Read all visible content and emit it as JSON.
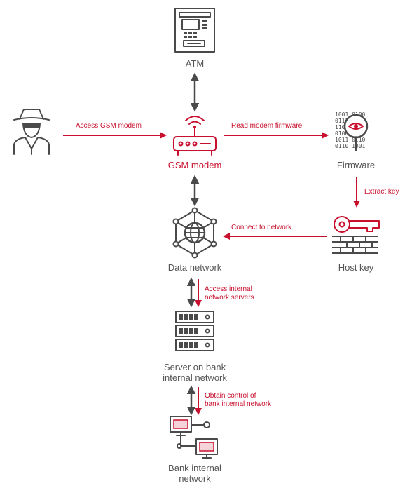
{
  "colors": {
    "accent": "#c8102e",
    "icon": "#4a4a4a",
    "label": "#555555"
  },
  "nodes": {
    "atm": {
      "label": "ATM",
      "icon": "atm-icon"
    },
    "attacker": {
      "label": "",
      "icon": "hacker-icon"
    },
    "gsm_modem": {
      "label": "GSM modem",
      "icon": "router-icon"
    },
    "firmware": {
      "label": "Firmware",
      "icon": "firmware-icon"
    },
    "host_key": {
      "label": "Host key",
      "icon": "key-icon"
    },
    "data_network": {
      "label": "Data network",
      "icon": "network-icon"
    },
    "server": {
      "label_line1": "Server on bank",
      "label_line2": "internal network",
      "icon": "server-icon"
    },
    "bank_network": {
      "label_line1": "Bank internal",
      "label_line2": "network",
      "icon": "computers-icon"
    }
  },
  "edges": {
    "access_gsm": "Access GSM modem",
    "read_firmware": "Read modem firmware",
    "extract_key": "Extract key",
    "connect_network": "Connect to network",
    "access_servers_line1": "Access internal",
    "access_servers_line2": "network servers",
    "obtain_control_line1": "Obtain control of",
    "obtain_control_line2": "bank internal network"
  }
}
